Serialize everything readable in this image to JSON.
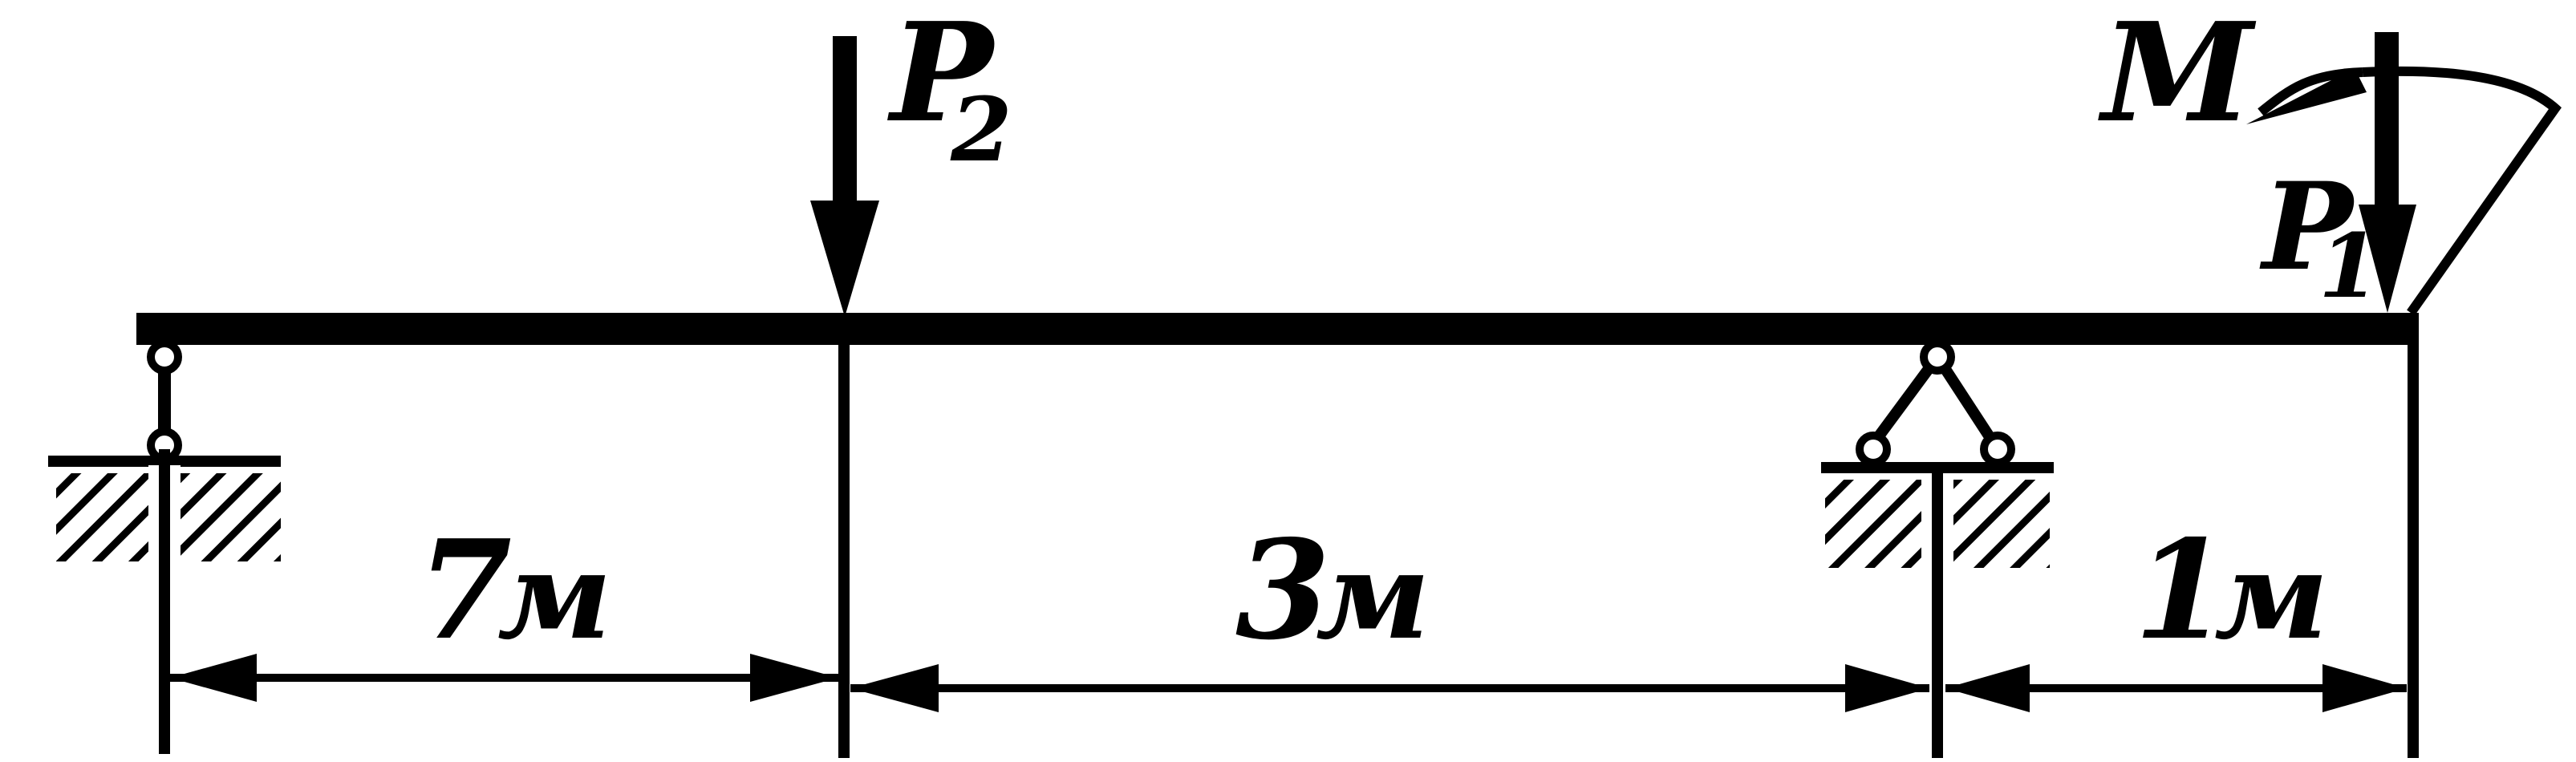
{
  "loads": {
    "p2": {
      "letter": "P",
      "sub": "2"
    },
    "p1": {
      "letter": "P",
      "sub": "1"
    },
    "moment": {
      "letter": "M"
    }
  },
  "dimensions": {
    "span1": {
      "value": "7",
      "unit": "м"
    },
    "span2": {
      "value": "3",
      "unit": "м"
    },
    "span3": {
      "value": "1",
      "unit": "м"
    }
  },
  "colors": {
    "ink": "#000000",
    "background": "#ffffff"
  }
}
